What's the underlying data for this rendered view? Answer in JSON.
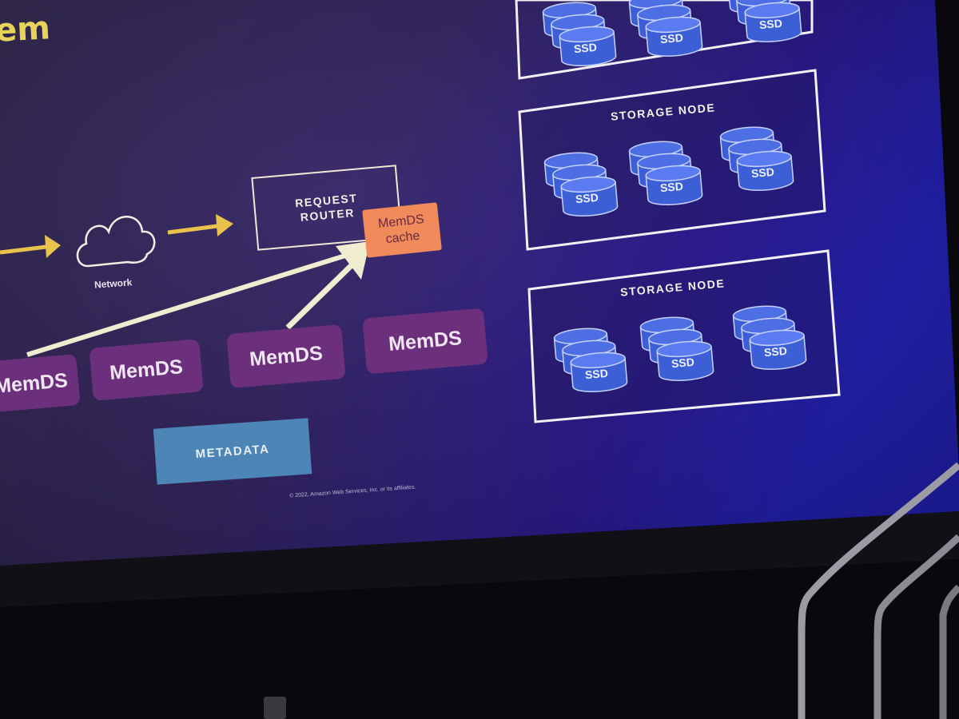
{
  "slide": {
    "title_fragment": "em",
    "network_label": "Network",
    "request_router_line1": "REQUEST",
    "request_router_line2": "ROUTER",
    "cache_line1": "MemDS",
    "cache_line2": "cache",
    "memds_nodes": [
      "MemDS",
      "MemDS",
      "MemDS",
      "MemDS"
    ],
    "metadata_label": "METADATA",
    "copyright": "© 2022, Amazon Web Services, Inc. or its affiliates.",
    "storage_nodes": [
      {
        "label": "STORAGE NODE",
        "disks": [
          "SSD",
          "SSD",
          "SSD"
        ]
      },
      {
        "label": "STORAGE NODE",
        "disks": [
          "SSD",
          "SSD",
          "SSD"
        ]
      }
    ],
    "top_storage_disks": [
      "SSD",
      "SSD",
      "SSD"
    ],
    "colors": {
      "accent_yellow": "#e8c24a",
      "memds_purple": "#6b2f7c",
      "cache_orange": "#f08a5a",
      "metadata_blue": "#4d86b6",
      "ssd_blue": "#3d5fd6"
    }
  }
}
